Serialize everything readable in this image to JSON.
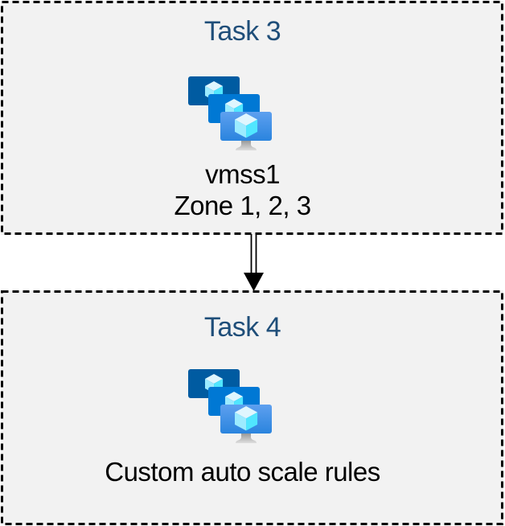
{
  "colors": {
    "canvas_bg": "#ffffff",
    "box_bg": "#f2f2f2",
    "box_border": "#000000",
    "task_title": "#1f4e79",
    "label_text": "#000000",
    "arrow": "#000000",
    "icon": {
      "monitor_back": "#005ba1",
      "monitor_middle": "#0078d4",
      "monitor_front_gradient_top": "#5ea0ef",
      "monitor_front_gradient_bottom": "#2a84de",
      "cube_top": "#dff6fe",
      "cube_left": "#9cebff",
      "cube_right": "#50e6ff",
      "stand_gradient_top": "#949494",
      "stand_gradient_bottom": "#dedede"
    }
  },
  "task3_box": {
    "title": "Task 3",
    "icon": "vm-scale-sets-icon",
    "labels": [
      "vmss1",
      "Zone 1, 2, 3"
    ]
  },
  "task4_box": {
    "title": "Task 4",
    "icon": "vm-scale-sets-icon",
    "labels": [
      "Custom auto scale rules"
    ]
  },
  "connector": {
    "type": "double-line-arrow",
    "direction": "down"
  }
}
